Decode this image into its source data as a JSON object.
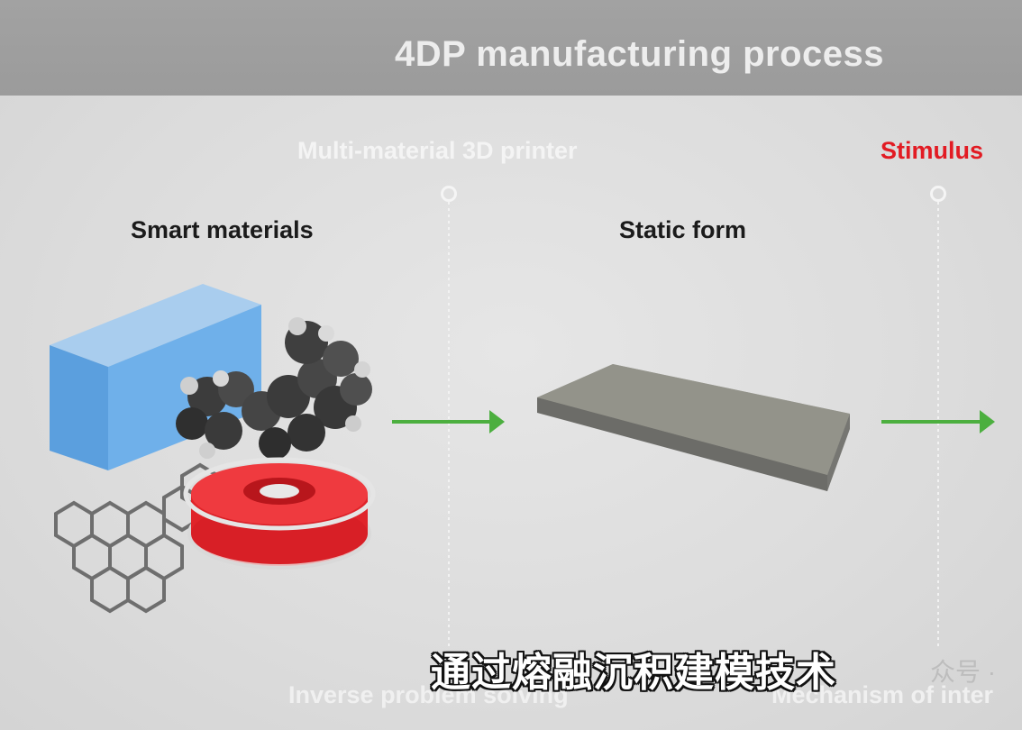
{
  "header": {
    "title": "4DP manufacturing process"
  },
  "labels": {
    "printer": "Multi-material 3D printer",
    "stimulus": "Stimulus",
    "smart_materials": "Smart materials",
    "static_form": "Static form",
    "bottom_left": "Inverse problem solving",
    "bottom_right": "Mechanism of inter"
  },
  "subtitle": "通过熔融沉积建模技术",
  "watermark": "众号 ·",
  "colors": {
    "arrow": "#4caf3f",
    "stimulus": "#e21b23",
    "header": "#9e9e9e"
  }
}
